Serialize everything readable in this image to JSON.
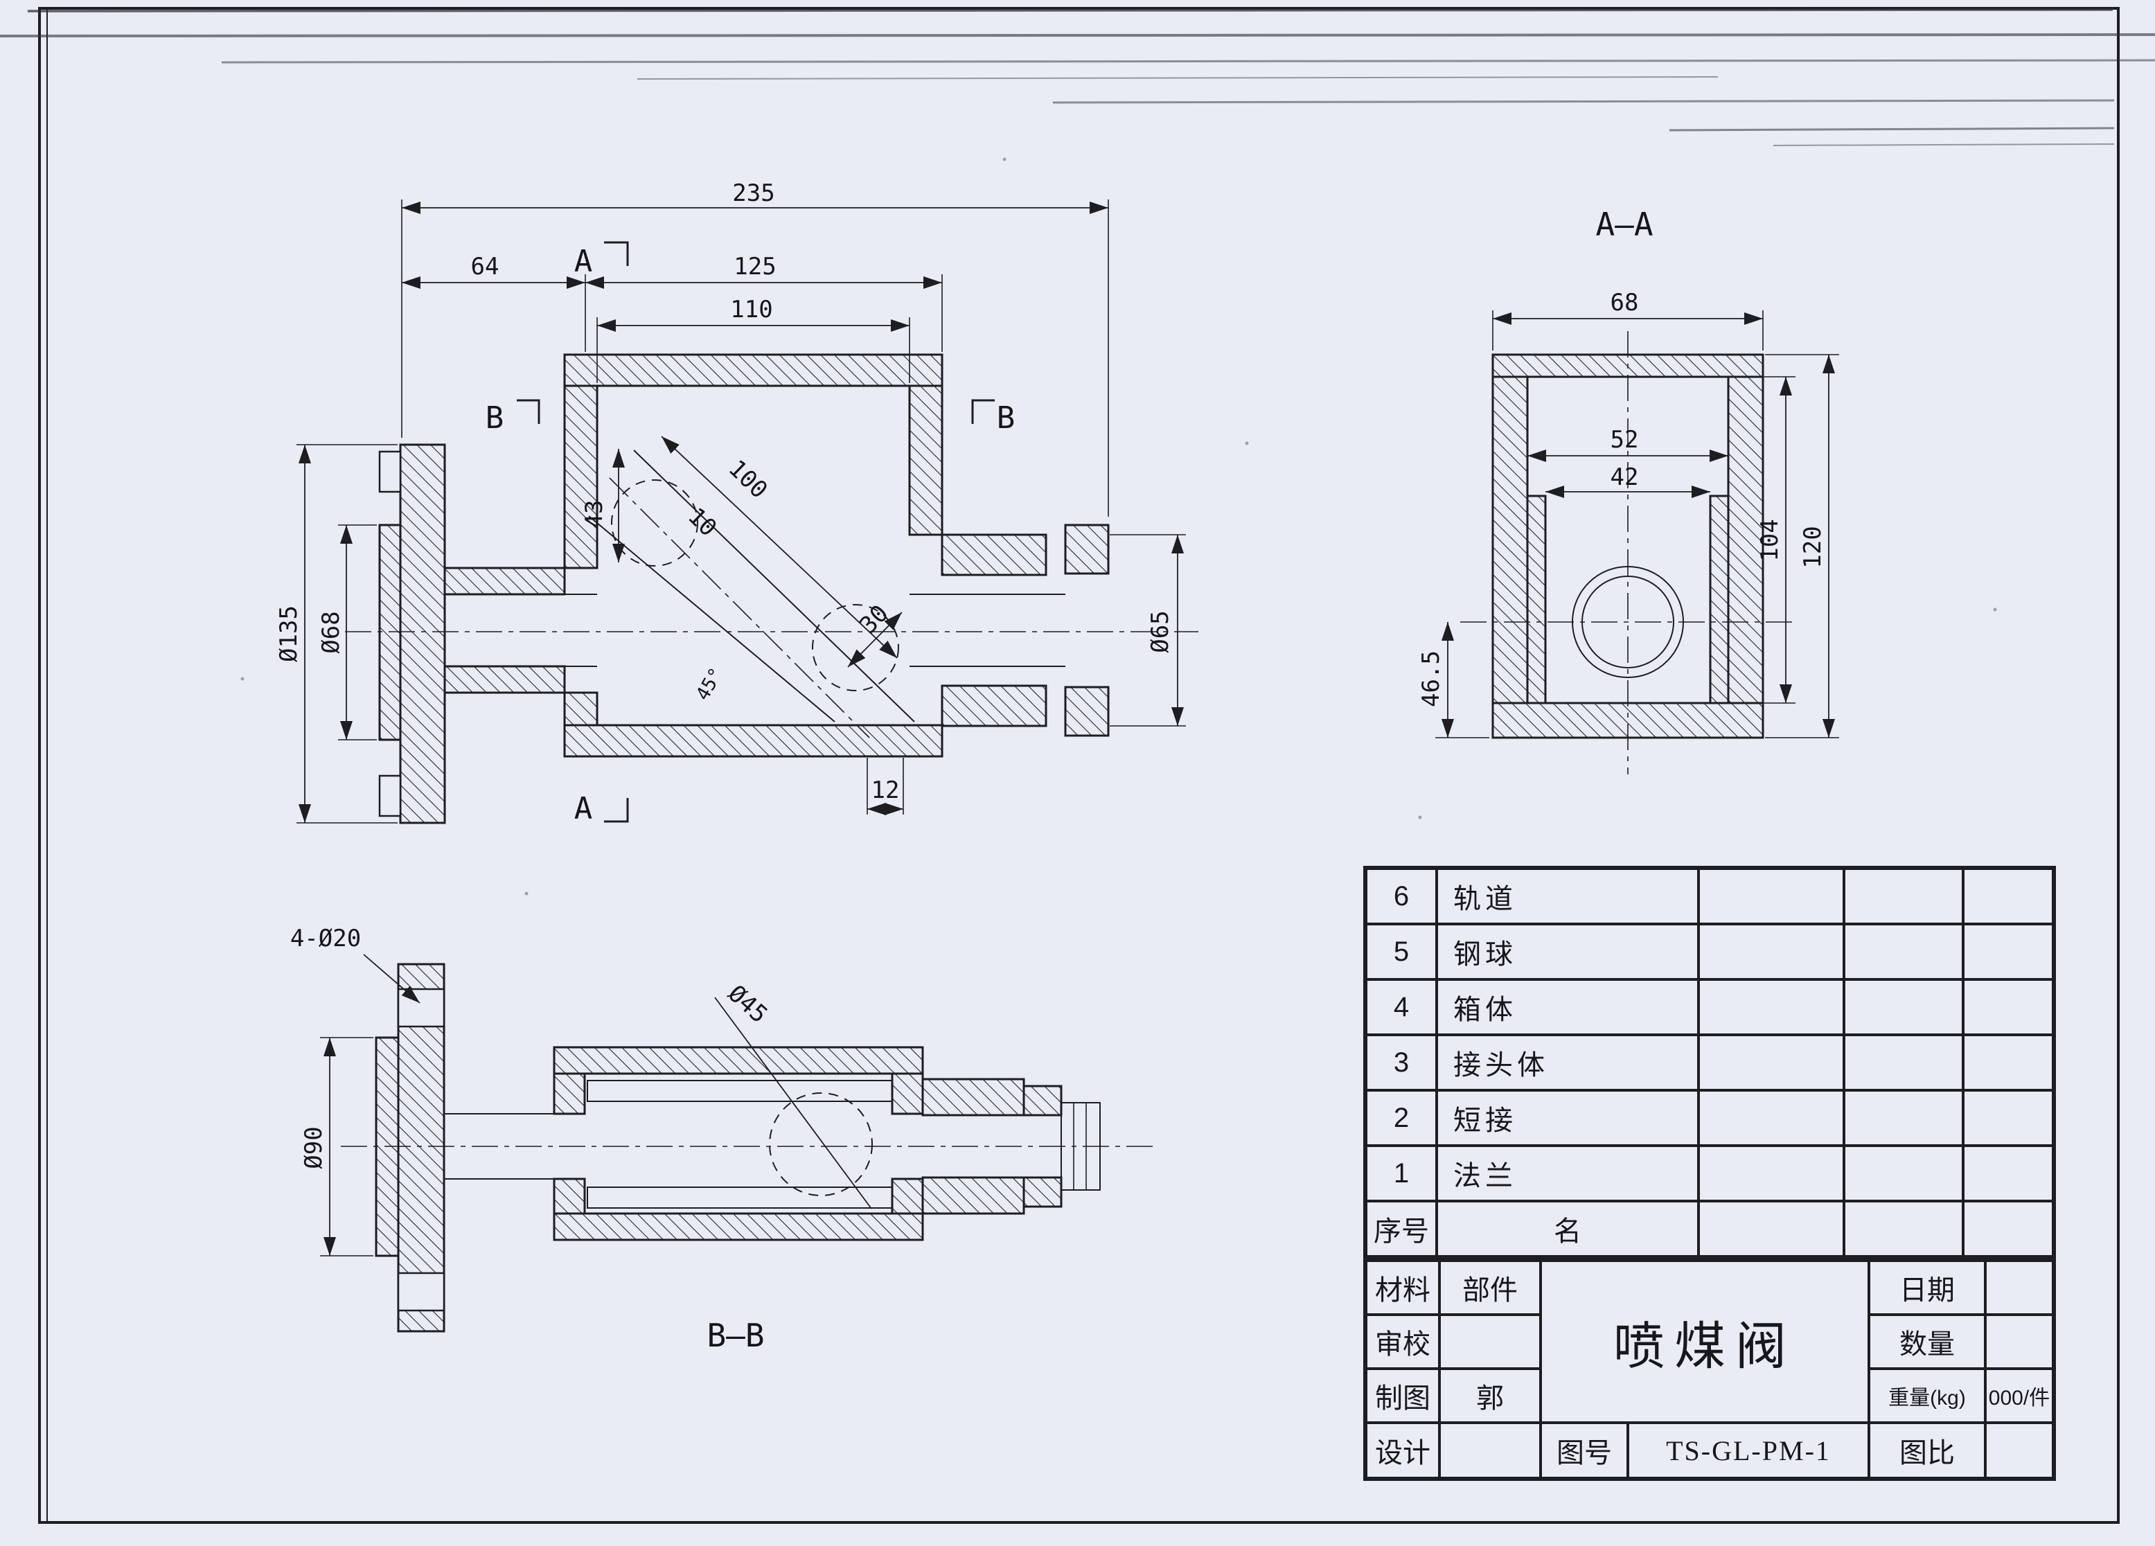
{
  "sheet": {
    "bg": "#e9ecf4",
    "ink": "#1d1d22"
  },
  "main_view": {
    "dim_235": "235",
    "dim_64": "64",
    "dim_125": "125",
    "dim_110": "110",
    "dim_100": "100",
    "dim_10": "10",
    "dim_43": "43",
    "dim_30": "30",
    "dim_12": "12",
    "dim_d135": "Ø135",
    "dim_d68": "Ø68",
    "dim_d65": "Ø65",
    "angle": "45°",
    "marker_a": "A",
    "marker_b": "B"
  },
  "section_aa": {
    "title": "A—A",
    "dim_68": "68",
    "dim_52": "52",
    "dim_42": "42",
    "dim_104": "104",
    "dim_120": "120",
    "dim_46_5": "46.5"
  },
  "section_bb": {
    "title": "B—B",
    "dim_holes": "4-Ø20",
    "dim_d90": "Ø90",
    "dim_d45": "Ø45"
  },
  "parts_table": {
    "header": {
      "no": "序号",
      "name": "名"
    },
    "rows": [
      {
        "no": "6",
        "name": "轨道"
      },
      {
        "no": "5",
        "name": "钢球"
      },
      {
        "no": "4",
        "name": "箱体"
      },
      {
        "no": "3",
        "name": "接头体"
      },
      {
        "no": "2",
        "name": "短接"
      },
      {
        "no": "1",
        "name": "法兰"
      }
    ]
  },
  "title_block": {
    "material": "材料",
    "part": "部件",
    "check": "审校",
    "draft": "制图",
    "drafter": "郭",
    "design": "设计",
    "title": "喷煤阀",
    "date": "日期",
    "qty": "数量",
    "weight": "重量(kg)",
    "weight_value": "000/件",
    "dwg_no_label": "图号",
    "dwg_no": "TS-GL-PM-1",
    "scale": "图比"
  }
}
